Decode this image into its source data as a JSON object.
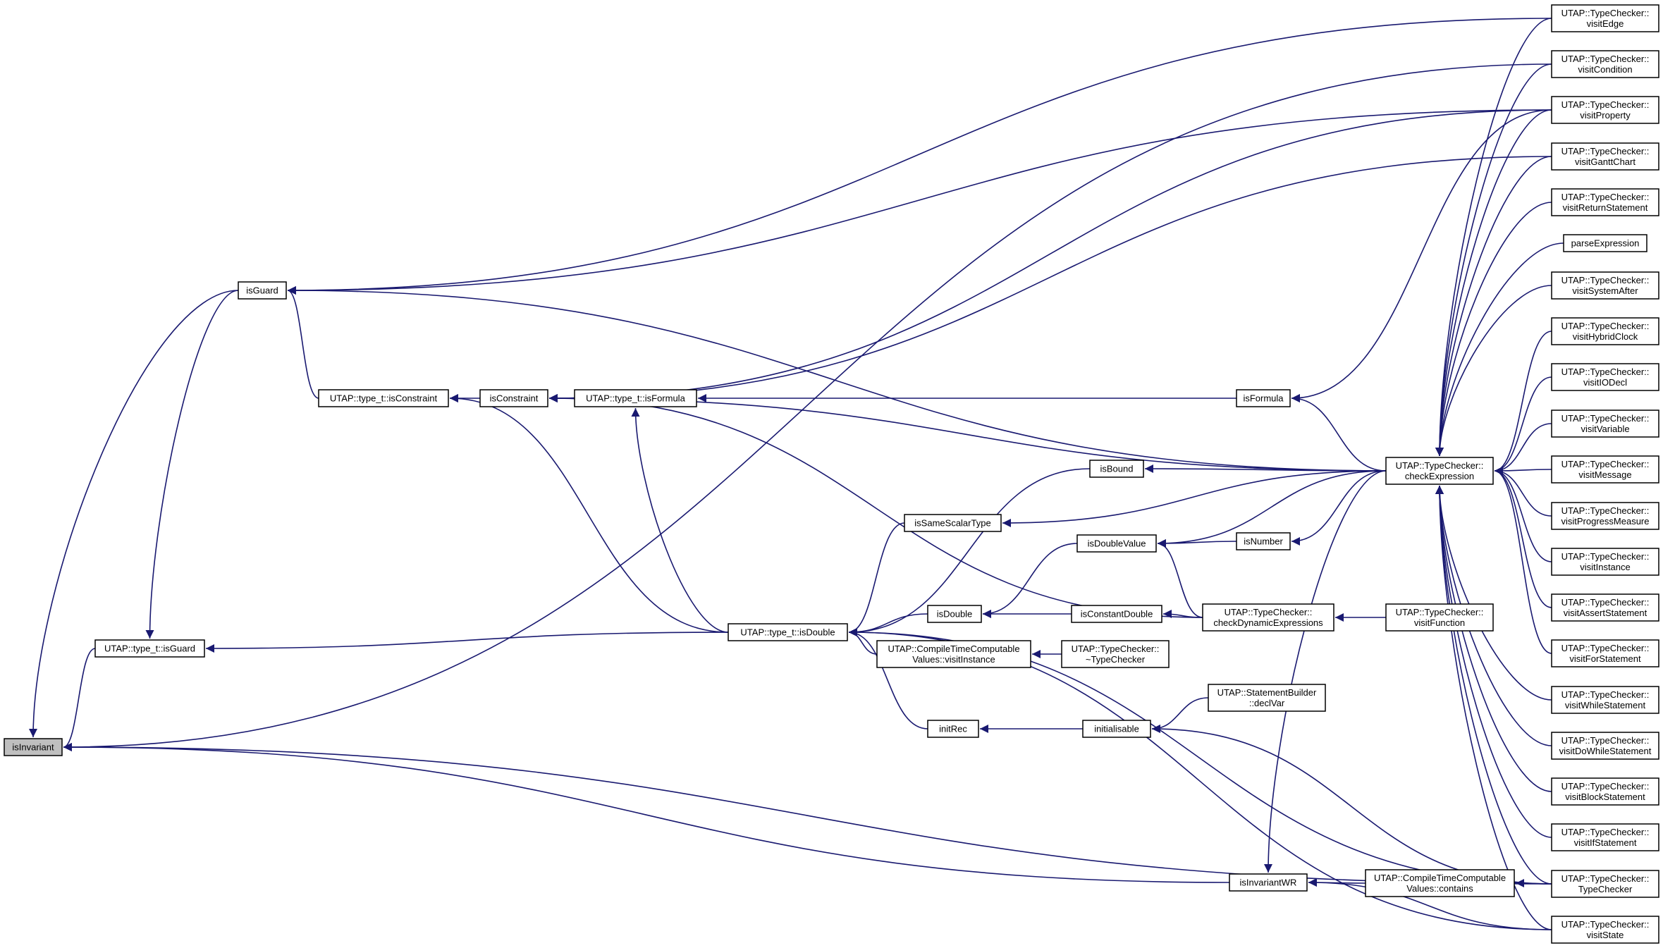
{
  "diagram": {
    "type": "caller-graph",
    "colors": {
      "edge": "#191970",
      "node_border": "#000000",
      "root_fill": "#bfbfbf",
      "node_fill": "#ffffff"
    },
    "nodes": [
      {
        "id": "isInvariant",
        "lines": [
          "isInvariant"
        ],
        "root": true
      },
      {
        "id": "typeIsGuard",
        "lines": [
          "UTAP::type_t::isGuard"
        ]
      },
      {
        "id": "isGuard",
        "lines": [
          "isGuard"
        ]
      },
      {
        "id": "typeIsConstraint",
        "lines": [
          "UTAP::type_t::isConstraint"
        ]
      },
      {
        "id": "isConstraint",
        "lines": [
          "isConstraint"
        ]
      },
      {
        "id": "typeIsFormula",
        "lines": [
          "UTAP::type_t::isFormula"
        ]
      },
      {
        "id": "typeIsDouble",
        "lines": [
          "UTAP::type_t::isDouble"
        ]
      },
      {
        "id": "isBound",
        "lines": [
          "isBound"
        ]
      },
      {
        "id": "isSameScalarType",
        "lines": [
          "isSameScalarType"
        ]
      },
      {
        "id": "isDoubleValue",
        "lines": [
          "isDoubleValue"
        ]
      },
      {
        "id": "isDouble",
        "lines": [
          "isDouble"
        ]
      },
      {
        "id": "isConstantDouble",
        "lines": [
          "isConstantDouble"
        ]
      },
      {
        "id": "ctcVisitInstance",
        "lines": [
          "UTAP::CompileTimeComputable",
          "Values::visitInstance"
        ]
      },
      {
        "id": "tcDestructor",
        "lines": [
          "UTAP::TypeChecker::",
          "~TypeChecker"
        ]
      },
      {
        "id": "initRec",
        "lines": [
          "initRec"
        ]
      },
      {
        "id": "initialisable",
        "lines": [
          "initialisable"
        ]
      },
      {
        "id": "sbDeclVar",
        "lines": [
          "UTAP::StatementBuilder",
          "::declVar"
        ]
      },
      {
        "id": "isFormula",
        "lines": [
          "isFormula"
        ]
      },
      {
        "id": "isNumber",
        "lines": [
          "isNumber"
        ]
      },
      {
        "id": "checkDynamic",
        "lines": [
          "UTAP::TypeChecker::",
          "checkDynamicExpressions"
        ]
      },
      {
        "id": "visitFunction",
        "lines": [
          "UTAP::TypeChecker::",
          "visitFunction"
        ]
      },
      {
        "id": "checkExpression",
        "lines": [
          "UTAP::TypeChecker::",
          "checkExpression"
        ]
      },
      {
        "id": "isInvariantWR",
        "lines": [
          "isInvariantWR"
        ]
      },
      {
        "id": "ctcContains",
        "lines": [
          "UTAP::CompileTimeComputable",
          "Values::contains"
        ]
      },
      {
        "id": "visitEdge",
        "lines": [
          "UTAP::TypeChecker::",
          "visitEdge"
        ]
      },
      {
        "id": "visitCondition",
        "lines": [
          "UTAP::TypeChecker::",
          "visitCondition"
        ]
      },
      {
        "id": "visitProperty",
        "lines": [
          "UTAP::TypeChecker::",
          "visitProperty"
        ]
      },
      {
        "id": "visitGanttChart",
        "lines": [
          "UTAP::TypeChecker::",
          "visitGanttChart"
        ]
      },
      {
        "id": "visitReturnStatement",
        "lines": [
          "UTAP::TypeChecker::",
          "visitReturnStatement"
        ]
      },
      {
        "id": "parseExpression",
        "lines": [
          "parseExpression"
        ]
      },
      {
        "id": "visitSystemAfter",
        "lines": [
          "UTAP::TypeChecker::",
          "visitSystemAfter"
        ]
      },
      {
        "id": "visitHybridClock",
        "lines": [
          "UTAP::TypeChecker::",
          "visitHybridClock"
        ]
      },
      {
        "id": "visitIODecl",
        "lines": [
          "UTAP::TypeChecker::",
          "visitIODecl"
        ]
      },
      {
        "id": "visitVariable",
        "lines": [
          "UTAP::TypeChecker::",
          "visitVariable"
        ]
      },
      {
        "id": "visitMessage",
        "lines": [
          "UTAP::TypeChecker::",
          "visitMessage"
        ]
      },
      {
        "id": "visitProgressMeasure",
        "lines": [
          "UTAP::TypeChecker::",
          "visitProgressMeasure"
        ]
      },
      {
        "id": "visitInstance",
        "lines": [
          "UTAP::TypeChecker::",
          "visitInstance"
        ]
      },
      {
        "id": "visitAssertStatement",
        "lines": [
          "UTAP::TypeChecker::",
          "visitAssertStatement"
        ]
      },
      {
        "id": "visitForStatement",
        "lines": [
          "UTAP::TypeChecker::",
          "visitForStatement"
        ]
      },
      {
        "id": "visitWhileStatement",
        "lines": [
          "UTAP::TypeChecker::",
          "visitWhileStatement"
        ]
      },
      {
        "id": "visitDoWhileStatement",
        "lines": [
          "UTAP::TypeChecker::",
          "visitDoWhileStatement"
        ]
      },
      {
        "id": "visitBlockStatement",
        "lines": [
          "UTAP::TypeChecker::",
          "visitBlockStatement"
        ]
      },
      {
        "id": "visitIfStatement",
        "lines": [
          "UTAP::TypeChecker::",
          "visitIfStatement"
        ]
      },
      {
        "id": "tcConstructor",
        "lines": [
          "UTAP::TypeChecker::",
          "TypeChecker"
        ]
      },
      {
        "id": "visitState",
        "lines": [
          "UTAP::TypeChecker::",
          "visitState"
        ]
      }
    ],
    "edges": [
      [
        "isInvariant",
        "typeIsGuard"
      ],
      [
        "isInvariant",
        "isGuard"
      ],
      [
        "isInvariant",
        "visitCondition"
      ],
      [
        "isInvariant",
        "isInvariantWR"
      ],
      [
        "isInvariant",
        "tcConstructor"
      ],
      [
        "typeIsGuard",
        "isGuard"
      ],
      [
        "typeIsGuard",
        "typeIsDouble"
      ],
      [
        "isGuard",
        "visitEdge"
      ],
      [
        "isGuard",
        "visitProperty"
      ],
      [
        "isGuard",
        "checkExpression"
      ],
      [
        "isGuard",
        "typeIsConstraint"
      ],
      [
        "typeIsConstraint",
        "isConstraint"
      ],
      [
        "typeIsConstraint",
        "typeIsDouble"
      ],
      [
        "isConstraint",
        "visitGanttChart"
      ],
      [
        "isConstraint",
        "visitProperty"
      ],
      [
        "isConstraint",
        "typeIsFormula"
      ],
      [
        "isConstraint",
        "checkExpression"
      ],
      [
        "isConstraint",
        "checkDynamic"
      ],
      [
        "typeIsFormula",
        "isFormula"
      ],
      [
        "typeIsFormula",
        "typeIsDouble"
      ],
      [
        "isFormula",
        "visitProperty"
      ],
      [
        "isFormula",
        "checkExpression"
      ],
      [
        "typeIsDouble",
        "isBound"
      ],
      [
        "typeIsDouble",
        "isSameScalarType"
      ],
      [
        "typeIsDouble",
        "isDouble"
      ],
      [
        "typeIsDouble",
        "ctcVisitInstance"
      ],
      [
        "typeIsDouble",
        "initRec"
      ],
      [
        "typeIsDouble",
        "tcConstructor"
      ],
      [
        "typeIsDouble",
        "visitState"
      ],
      [
        "isBound",
        "checkExpression"
      ],
      [
        "isSameScalarType",
        "checkExpression"
      ],
      [
        "isDouble",
        "isDoubleValue"
      ],
      [
        "isDouble",
        "isConstantDouble"
      ],
      [
        "isDoubleValue",
        "isNumber"
      ],
      [
        "isDoubleValue",
        "checkExpression"
      ],
      [
        "isDoubleValue",
        "checkDynamic"
      ],
      [
        "isConstantDouble",
        "checkDynamic"
      ],
      [
        "isNumber",
        "checkExpression"
      ],
      [
        "checkDynamic",
        "visitFunction"
      ],
      [
        "ctcVisitInstance",
        "tcDestructor"
      ],
      [
        "initRec",
        "initialisable"
      ],
      [
        "initialisable",
        "sbDeclVar"
      ],
      [
        "initialisable",
        "tcConstructor"
      ],
      [
        "isInvariantWR",
        "checkExpression"
      ],
      [
        "isInvariantWR",
        "ctcContains"
      ],
      [
        "isInvariantWR",
        "visitState"
      ],
      [
        "ctcContains",
        "tcConstructor"
      ],
      [
        "checkExpression",
        "visitEdge"
      ],
      [
        "checkExpression",
        "visitCondition"
      ],
      [
        "checkExpression",
        "visitProperty"
      ],
      [
        "checkExpression",
        "visitGanttChart"
      ],
      [
        "checkExpression",
        "visitReturnStatement"
      ],
      [
        "checkExpression",
        "parseExpression"
      ],
      [
        "checkExpression",
        "visitSystemAfter"
      ],
      [
        "checkExpression",
        "visitHybridClock"
      ],
      [
        "checkExpression",
        "visitIODecl"
      ],
      [
        "checkExpression",
        "visitVariable"
      ],
      [
        "checkExpression",
        "visitMessage"
      ],
      [
        "checkExpression",
        "visitProgressMeasure"
      ],
      [
        "checkExpression",
        "visitInstance"
      ],
      [
        "checkExpression",
        "visitAssertStatement"
      ],
      [
        "checkExpression",
        "visitForStatement"
      ],
      [
        "checkExpression",
        "visitWhileStatement"
      ],
      [
        "checkExpression",
        "visitDoWhileStatement"
      ],
      [
        "checkExpression",
        "visitBlockStatement"
      ],
      [
        "checkExpression",
        "visitIfStatement"
      ],
      [
        "checkExpression",
        "tcConstructor"
      ],
      [
        "checkExpression",
        "visitState"
      ]
    ]
  }
}
